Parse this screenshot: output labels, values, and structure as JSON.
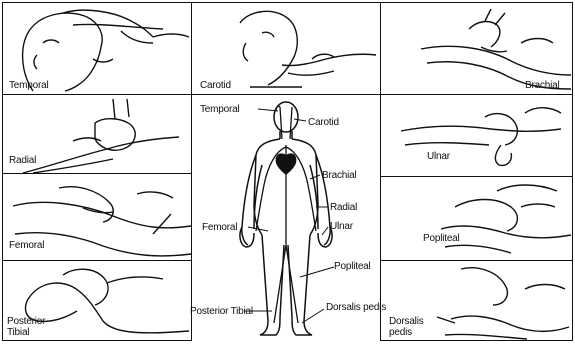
{
  "title": "",
  "pulse_sites": {
    "temporal": "Temporal",
    "carotid": "Carotid",
    "brachial": "Brachial",
    "radial": "Radial",
    "ulnar": "Ulnar",
    "femoral": "Femoral",
    "popliteal": "Popliteal",
    "posterior_tibial": "Posterior\nTibial",
    "dorsalis_pedis": "Dorsalis\npedis"
  },
  "figure_labels": {
    "temporal": "Temporal",
    "carotid": "Carotid",
    "brachial": "Brachial",
    "radial": "Radial",
    "ulnar": "Ulnar",
    "femoral": "Femoral",
    "popliteal": "Popliteal",
    "posterior_tibial": "Posterior Tibial",
    "dorsalis_pedis": "Dorsalis\npedis"
  },
  "colors": {
    "ink": "#111111",
    "paper": "#ffffff"
  }
}
